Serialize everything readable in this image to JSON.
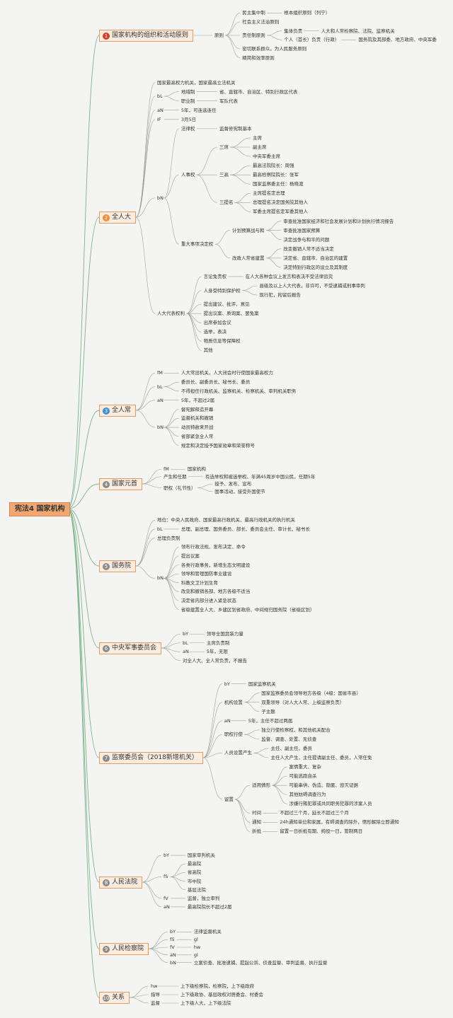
{
  "root": "宪法4 国家机构",
  "colors": {
    "red": "#d23d2b",
    "orange": "#f08a3c",
    "blue": "#3a8fd6",
    "gray": "#8b8b8b",
    "line_green": "#7fb38f",
    "line_gray": "#9aa39d"
  },
  "branches": [
    {
      "num": "1",
      "badge_color": "red",
      "label": "国家机构的组织和活动原则",
      "children": [
        {
          "t": "原则",
          "c": [
            {
              "t": "民主集中制",
              "c": [
                {
                  "t": "根本组织原则（列宁）"
                }
              ]
            },
            {
              "t": "社会主义法治原则"
            },
            {
              "t": "责任制原则",
              "c": [
                {
                  "t": "集体负责",
                  "c": [
                    {
                      "t": "人大和人常检察院、法院、监察机关"
                    }
                  ]
                },
                {
                  "t": "个人（首长）负责（行政）",
                  "c": [
                    {
                      "t": "国务院及其部委、地方政府、中央军委"
                    }
                  ]
                }
              ]
            },
            {
              "t": "密切联系群众，为人民服务原则"
            },
            {
              "t": "精简和效率原则"
            }
          ]
        }
      ]
    },
    {
      "num": "2",
      "badge_color": "orange",
      "label": "全人大",
      "children": [
        {
          "t": "国家最高权力机关，国家最高立法机关"
        },
        {
          "t": "bL",
          "c": [
            {
              "t": "地域制",
              "c": [
                {
                  "t": "省、直辖市、自治区、特别行政区代表"
                }
              ]
            },
            {
              "t": "职业制",
              "c": [
                {
                  "t": "军队代表"
                }
              ]
            }
          ]
        },
        {
          "t": "aN",
          "c": [
            {
              "t": "5年，可连选连任"
            }
          ]
        },
        {
          "t": "IF",
          "c": [
            {
              "t": "3月5日"
            }
          ]
        },
        {
          "t": "bN",
          "c": [
            {
              "t": "法律权",
              "c": [
                {
                  "t": "监督修宪制基本"
                }
              ]
            },
            {
              "t": "人事权",
              "c": [
                {
                  "t": "三席",
                  "c": [
                    {
                      "t": "主席"
                    },
                    {
                      "t": "副主席"
                    },
                    {
                      "t": "中央军委主席"
                    }
                  ]
                },
                {
                  "t": "三高",
                  "c": [
                    {
                      "t": "最高法院院长：周强"
                    },
                    {
                      "t": "最高检察院院长：张军"
                    },
                    {
                      "t": "国家监察委主任：杨晓渡"
                    }
                  ]
                },
                {
                  "t": "三提名",
                  "c": [
                    {
                      "t": "主席提名定总理"
                    },
                    {
                      "t": "总理提名决定国务院其他人"
                    },
                    {
                      "t": "军委主席提名定军委其他人"
                    }
                  ]
                }
              ]
            },
            {
              "t": "重大事项决定权",
              "c": [
                {
                  "t": "计划预算战与和",
                  "c": [
                    {
                      "t": "审查批准国家经济和社会发展计划和计划执行情况报告"
                    },
                    {
                      "t": "审查批准国家预算"
                    },
                    {
                      "t": "决定战争与和平的问题"
                    }
                  ]
                },
                {
                  "t": "改政人常省建置",
                  "c": [
                    {
                      "t": "改变撤销人常不适当决定"
                    },
                    {
                      "t": "决定省、直辖市、自治区的建置"
                    },
                    {
                      "t": "决定特别行政区的设立及其制度"
                    }
                  ]
                }
              ]
            }
          ]
        },
        {
          "t": "人大代表权利",
          "c": [
            {
              "t": "言论免责权",
              "c": [
                {
                  "t": "在人大各种会议上发言和表决不受法律追究"
                }
              ]
            },
            {
              "t": "人身受特别保护权",
              "c": [
                {
                  "t": "县级及以上人大代表，非许可，不受逮捕或刑事审判"
                },
                {
                  "t": "现行犯，拘留后报告"
                }
              ]
            },
            {
              "t": "提出建议、批评、意见"
            },
            {
              "t": "提出议案、质询案、罢免案"
            },
            {
              "t": "出席参加会议"
            },
            {
              "t": "选举，表决"
            },
            {
              "t": "物质信息等保障权"
            },
            {
              "t": "其他"
            }
          ]
        }
      ]
    },
    {
      "num": "3",
      "badge_color": "blue",
      "label": "全人常",
      "children": [
        {
          "t": "fM",
          "c": [
            {
              "t": "人大常设机关，人大闭会时行使国家最高权力"
            }
          ]
        },
        {
          "t": "bL",
          "c": [
            {
              "t": "委员长、副委员长、秘书长、委员"
            },
            {
              "t": "不得担任行政机关、监察机关、检察机关、审判机关职务"
            }
          ]
        },
        {
          "t": "aN",
          "c": [
            {
              "t": "5年，不超过2届"
            }
          ]
        },
        {
          "t": "bN",
          "c": [
            {
              "t": "督宪解释造开幕"
            },
            {
              "t": "监督机关和撤销"
            },
            {
              "t": "动员特赦来开战"
            },
            {
              "t": "省部紧急全人常"
            },
            {
              "t": "规定和决定授予国家勋章和荣誉称号"
            }
          ]
        }
      ]
    },
    {
      "num": "4",
      "badge_color": "gray",
      "label": "国家元首",
      "children": [
        {
          "t": "fM",
          "c": [
            {
              "t": "国家机构"
            }
          ]
        },
        {
          "t": "产生和任期",
          "c": [
            {
              "t": "有选举权和被选举权、年满45周岁中国公民，任期5年"
            }
          ]
        },
        {
          "t": "职权（礼节性）",
          "c": [
            {
              "t": "授予、发布、宣布"
            },
            {
              "t": "国事活动，接受外国使节"
            }
          ]
        }
      ]
    },
    {
      "num": "5",
      "badge_color": "gray",
      "label": "国务院",
      "children": [
        {
          "t": "地位：中央人民政府、国家最高行政机关、最高行政机关的执行机关"
        },
        {
          "t": "bL",
          "c": [
            {
              "t": "总理、副总理、国务委员、部长、委员会主任、审计长、秘书长"
            }
          ]
        },
        {
          "t": "总理负责制"
        },
        {
          "t": "bN",
          "c": [
            {
              "t": "领布行政法规、发布决定、命令"
            },
            {
              "t": "提出议案"
            },
            {
              "t": "各类行政事务，新增生态文明建设"
            },
            {
              "t": "领导和管理国防事业建设"
            },
            {
              "t": "科教文卫计划生育"
            },
            {
              "t": "改变和撤销各部、地方各级不适当"
            },
            {
              "t": "决定省内部分进入紧急状态"
            },
            {
              "t": "省级建置全人大、乡建区划省政府、中间规归国务院（省级区划）"
            }
          ]
        }
      ]
    },
    {
      "num": "6",
      "badge_color": "gray",
      "label": "中央军事委员会",
      "children": [
        {
          "t": "bY",
          "c": [
            {
              "t": "领导全国武装力量"
            }
          ]
        },
        {
          "t": "bL",
          "c": [
            {
              "t": "主席负责制"
            }
          ]
        },
        {
          "t": "aN",
          "c": [
            {
              "t": "5年，无限"
            }
          ]
        },
        {
          "t": "对全人大、全人常负责，不报告"
        }
      ]
    },
    {
      "num": "7",
      "badge_color": "gray",
      "label": "监察委员会（2018新增机关）",
      "children": [
        {
          "t": "bY",
          "c": [
            {
              "t": "国家监察机关"
            }
          ]
        },
        {
          "t": "机构设置",
          "c": [
            {
              "t": "国家监察委员会领导地方各级（4级：国省市县）"
            },
            {
              "t": "双重领导（对人大人常、上级监察负责）"
            },
            {
              "t": "子主题"
            }
          ]
        },
        {
          "t": "aN",
          "c": [
            {
              "t": "5年，主任不超过两届"
            }
          ]
        },
        {
          "t": "职权行使",
          "c": [
            {
              "t": "独立行使检察权，和其他机关配合"
            },
            {
              "t": "监督、调查、处置、无侦查"
            }
          ]
        },
        {
          "t": "人员设置产生",
          "c": [
            {
              "t": "主任、副主任、委员"
            },
            {
              "t": "主任人大产生，主任提请副主任、委员，人常任免"
            }
          ]
        },
        {
          "t": "留置",
          "c": [
            {
              "t": "适用情形",
              "c": [
                {
                  "t": "案情重大、复杂"
                },
                {
                  "t": "可能逃跑自杀"
                },
                {
                  "t": "可能串供、伪造、隐匿、毁灭证据"
                },
                {
                  "t": "其他妨碍调查行为"
                },
                {
                  "t": "涉嫌行贿犯罪或共同职务犯罪的涉案人员"
                }
              ]
            },
            {
              "t": "时间",
              "c": [
                {
                  "t": "不超过三个月，延长不超过三个月"
                }
              ]
            },
            {
              "t": "通知",
              "c": [
                {
                  "t": "24h通知单位和家属，有碍调查的除外，情形解除立即通知"
                }
              ]
            },
            {
              "t": "折抵",
              "c": [
                {
                  "t": "留置一日折抵有期、拘役一日，管制两日"
                }
              ]
            }
          ]
        }
      ]
    },
    {
      "num": "8",
      "badge_color": "gray",
      "label": "人民法院",
      "children": [
        {
          "t": "bY",
          "c": [
            {
              "t": "国家审判机关"
            }
          ]
        },
        {
          "t": "fS",
          "c": [
            {
              "t": "最高院"
            },
            {
              "t": "省高院"
            },
            {
              "t": "市中院"
            },
            {
              "t": "基层法院"
            }
          ]
        },
        {
          "t": "fV",
          "c": [
            {
              "t": "监督，独立审判"
            }
          ]
        },
        {
          "t": "aN",
          "c": [
            {
              "t": "最高院院长不超过2届"
            }
          ]
        }
      ]
    },
    {
      "num": "9",
      "badge_color": "gray",
      "label": "人民检察院",
      "children": [
        {
          "t": "bY",
          "c": [
            {
              "t": "法律监督机关"
            }
          ]
        },
        {
          "t": "fS",
          "c": [
            {
              "t": "gl"
            }
          ]
        },
        {
          "t": "fV",
          "c": [
            {
              "t": "hw"
            }
          ]
        },
        {
          "t": "aN",
          "c": [
            {
              "t": "gl"
            }
          ]
        },
        {
          "t": "bN",
          "c": [
            {
              "t": "立案侦查、批准逮捕、提起公诉、侦查监督、审判监督、执行监督"
            }
          ]
        }
      ]
    },
    {
      "num": "10",
      "badge_color": "gray",
      "label": "关系",
      "children": [
        {
          "t": "hw",
          "c": [
            {
              "t": "上下级检察院，检察院，上下级政府"
            }
          ]
        },
        {
          "t": "指导",
          "c": [
            {
              "t": "上下级政协、基层政权对居委会、村委会"
            }
          ]
        },
        {
          "t": "监督",
          "c": [
            {
              "t": "上下级人大，上下级法院"
            }
          ]
        }
      ]
    }
  ]
}
